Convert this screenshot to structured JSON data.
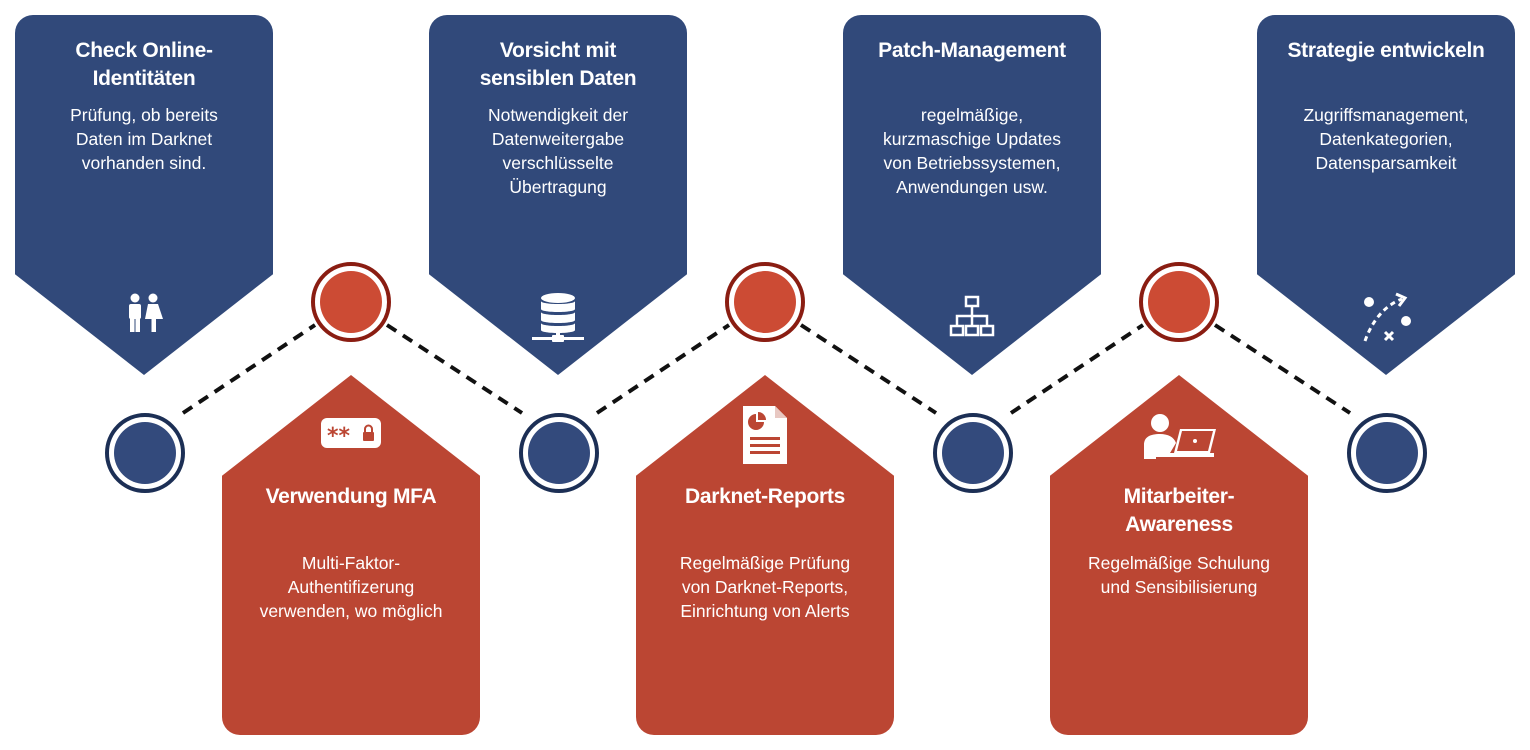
{
  "top_cards": [
    {
      "title": "Check Online-Identitäten",
      "title_lines": [
        "Check Online-",
        "Identitäten"
      ],
      "text_lines": [
        "Prüfung, ob bereits",
        "Daten im Darknet",
        "vorhanden sind."
      ],
      "icon": "people-icon"
    },
    {
      "title_lines": [
        "Vorsicht mit",
        "sensiblen Daten"
      ],
      "text_lines": [
        "Notwendigkeit der",
        "Datenweitergabe",
        "verschlüsselte",
        "Übertragung"
      ],
      "icon": "database-icon"
    },
    {
      "title_lines": [
        "Patch-Management"
      ],
      "text_lines": [
        "regelmäßige,",
        "kurzmaschige Updates",
        "von Betriebssystemen,",
        "Anwendungen usw."
      ],
      "icon": "network-icon"
    },
    {
      "title_lines": [
        "Strategie entwickeln"
      ],
      "text_lines": [
        "Zugriffsmanagement,",
        "Datenkategorien,",
        "Datensparsamkeit"
      ],
      "icon": "strategy-icon"
    }
  ],
  "bottom_cards": [
    {
      "title_lines": [
        "Verwendung MFA"
      ],
      "text_lines": [
        "Multi-Faktor-",
        "Authentifizerung",
        "verwenden, wo möglich"
      ],
      "icon": "password-icon"
    },
    {
      "title_lines": [
        "Darknet-Reports"
      ],
      "text_lines": [
        "Regelmäßige Prüfung",
        "von Darknet-Reports,",
        "Einrichtung von Alerts"
      ],
      "icon": "report-icon"
    },
    {
      "title_lines": [
        "Mitarbeiter-",
        "Awareness"
      ],
      "text_lines": [
        "Regelmäßige Schulung",
        "und Sensibilisierung"
      ],
      "icon": "employee-laptop-icon"
    }
  ],
  "colors": {
    "top_card": "#31497a",
    "bottom_card": "#bb4633",
    "red_node": "#cc4b34",
    "blue_node": "#334a7c",
    "connector": "#111111"
  }
}
